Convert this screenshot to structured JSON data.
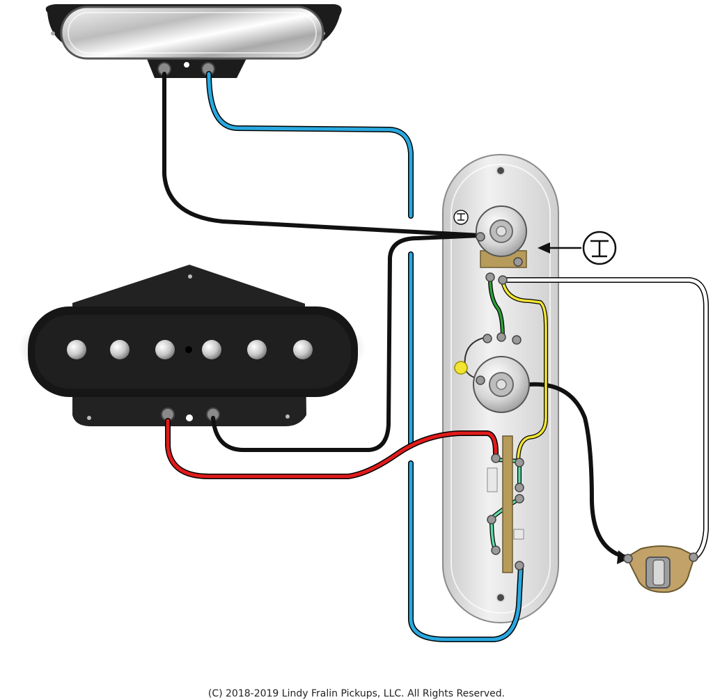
{
  "copyright": "(C) 2018-2019 Lindy Fralin Pickups, LLC. All Rights Reserved.",
  "colors": {
    "blue_wire": "#29a9e0",
    "black_wire": "#111111",
    "red_wire": "#e01b1b",
    "yellow_wire": "#f2e532",
    "green_wire": "#2e9e3a",
    "mint_wire": "#5fdba6",
    "white_wire": "#ffffff",
    "plate": "#dcdcdc",
    "pickup_black": "#1c1c1c"
  },
  "components": {
    "neck_pickup": "neck-pickup",
    "bridge_pickup": "bridge-pickup",
    "control_plate": "control-plate",
    "volume_pot": "volume-pot",
    "tone_pot": "tone-pot",
    "switch": "three-way-switch",
    "jack": "output-jack",
    "ground_symbol": "ground-symbol-icon"
  }
}
